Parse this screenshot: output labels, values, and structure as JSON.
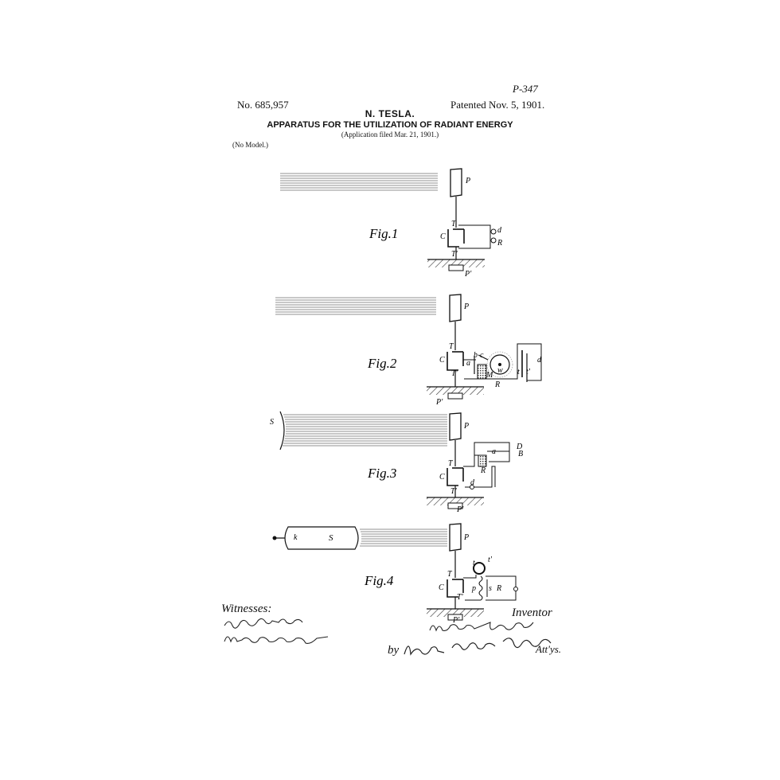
{
  "header": {
    "page_code": "P-347",
    "patent_number": "No. 685,957",
    "patent_date": "Patented Nov. 5, 1901.",
    "inventor_name": "N. TESLA.",
    "title": "APPARATUS FOR THE UTILIZATION OF RADIANT ENERGY",
    "application_filed": "(Application filed Mar. 21, 1901.)",
    "model_note": "(No Model.)"
  },
  "figures": [
    {
      "label": "Fig.1",
      "parts": {
        "plate": "P",
        "terminal_top": "T",
        "capacitor": "C",
        "terminal_bottom": "T'",
        "ground_plate": "P'",
        "gap": "d",
        "receiver": "R"
      }
    },
    {
      "label": "Fig.2",
      "parts": {
        "plate": "P",
        "terminal_top": "T",
        "capacitor": "C",
        "terminal_bottom": "T'",
        "ground_plate": "P'",
        "relay_a": "a",
        "relay_b": "b",
        "relay_c": "c",
        "magnet": "M",
        "wheel": "w",
        "contact_t": "t",
        "contact_t2": "t'",
        "gap": "d",
        "receiver": "R"
      }
    },
    {
      "label": "Fig.3",
      "parts": {
        "source": "S",
        "plate": "P",
        "terminal_top": "T",
        "capacitor": "C",
        "terminal_bottom": "T'",
        "ground_plate": "P'",
        "receiver": "R",
        "relay_a": "a",
        "device_d2": "D",
        "battery": "B",
        "gap": "d"
      }
    },
    {
      "label": "Fig.4",
      "parts": {
        "tube_k": "k",
        "source": "S",
        "plate": "P",
        "terminal_top": "T",
        "capacitor": "C",
        "terminal_bottom": "T'",
        "ground_plate": "P'",
        "coil_p": "p",
        "coil_s": "s",
        "receiver": "R",
        "tapper_t": "t",
        "tapper_t2": "t'"
      }
    }
  ],
  "footer": {
    "witnesses_label": "Witnesses:",
    "inventor_label": "Inventor",
    "inventor_signature": "Nikola Tesla",
    "attorney_prefix": "by",
    "attorney_signature": "Ker, Page & Cooper",
    "attorney_suffix": "Att'ys.",
    "witness_signatures": [
      "Raphaël Netter",
      "M. Lawson Dyer"
    ]
  },
  "colors": {
    "ink": "#111111",
    "paper": "#ffffff",
    "hatch": "#333333"
  }
}
